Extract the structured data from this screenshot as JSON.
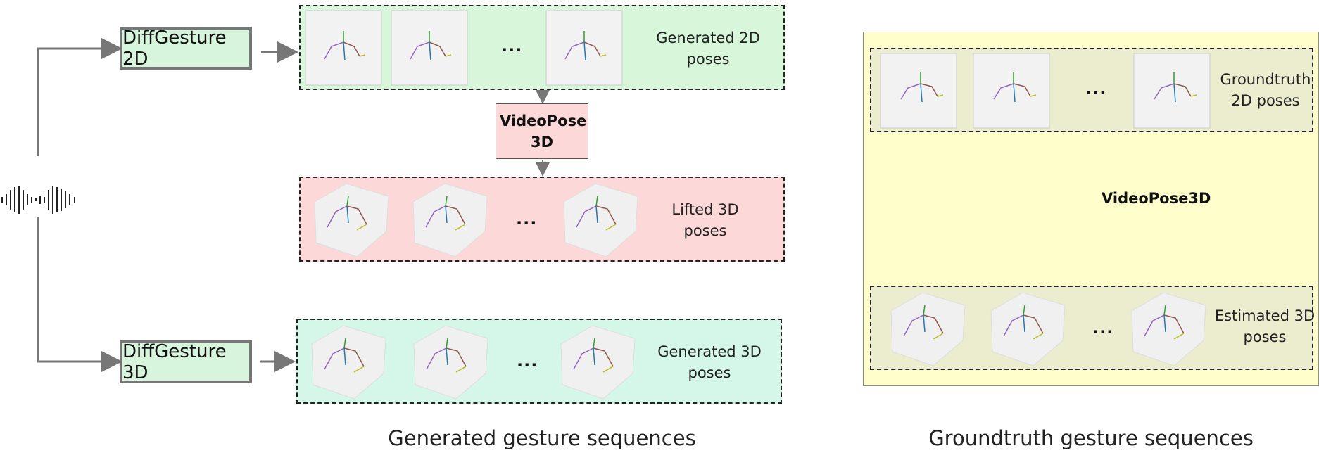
{
  "models": {
    "diffgesture_2d": "DiffGesture 2D",
    "diffgesture_3d": "DiffGesture 3D",
    "videopose_generated": "VideoPose 3D",
    "videopose_groundtruth": "VideoPose3D"
  },
  "panels": {
    "generated_2d": {
      "label_line1": "Generated 2D",
      "label_line2": "poses",
      "ellipsis": "...",
      "color": "#d8f7da"
    },
    "lifted_3d": {
      "label_line1": "Lifted 3D",
      "label_line2": "poses",
      "ellipsis": "...",
      "color": "#fdd8d8"
    },
    "generated_3d": {
      "label_line1": "Generated 3D",
      "label_line2": "poses",
      "ellipsis": "...",
      "color": "#d5f7ea"
    },
    "groundtruth_2d": {
      "label_line1": "Groundtruth",
      "label_line2": "2D poses",
      "ellipsis": "...",
      "color": "#ececcf"
    },
    "estimated_3d": {
      "label_line1": "Estimated 3D",
      "label_line2": "poses",
      "ellipsis": "...",
      "color": "#ececcf"
    }
  },
  "captions": {
    "generated": "Generated gesture sequences",
    "groundtruth": "Groundtruth gesture sequences"
  },
  "colors": {
    "groundtruth_bg": "#ffffcc",
    "videopose_box": "#fdd8d8",
    "model_box": "#d6f5dc",
    "arrow": "#777777"
  },
  "icons": {
    "audio": "audio-waveform-icon"
  }
}
